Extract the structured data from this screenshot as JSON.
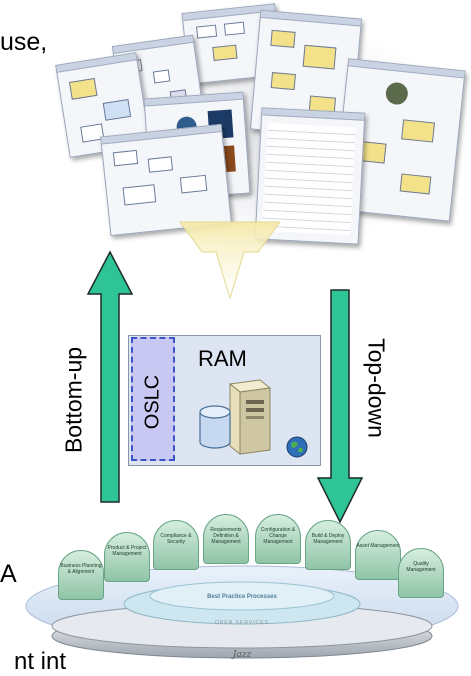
{
  "cut_text": {
    "top_right": "use,",
    "bottom_left": "A",
    "bottom_line": "nt int"
  },
  "arrows": {
    "left_label": "Bottom-up",
    "right_label": "Top-down",
    "left_color": "#2fc493",
    "right_color": "#2fc493"
  },
  "repository": {
    "title": "RAM",
    "side_label": "OSLC",
    "panel_color": "#dde4f2",
    "side_color": "#c8c8f2",
    "side_border": "#3b55c9"
  },
  "platform": {
    "center_label": "Best Practice Processes",
    "ring_label": "OPEN SERVICES",
    "base_label": "Jazz",
    "processes": [
      "Business Planning & Alignment",
      "Product & Project Management",
      "Compliance & Security",
      "Requirements Definition & Management",
      "Configuration & Change Management",
      "Build & Deploy Management",
      "Asset Management",
      "Quality Management"
    ]
  }
}
